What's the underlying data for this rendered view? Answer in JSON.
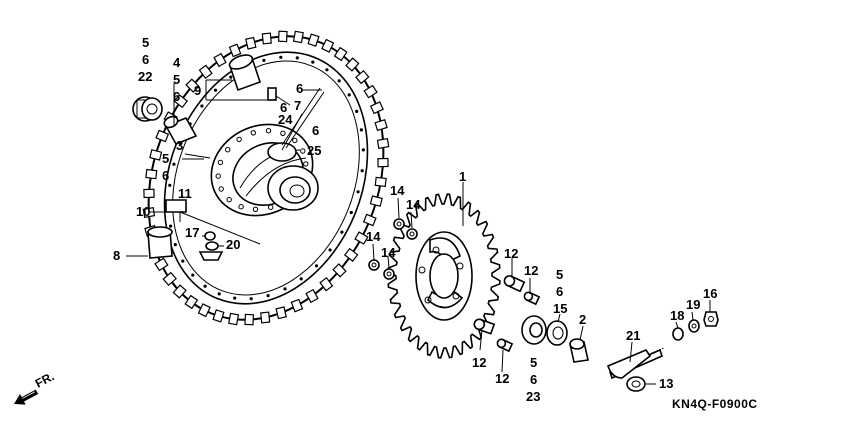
{
  "diagram": {
    "code": "KN4Q-F0900C",
    "direction_label": "FR.",
    "labels": {
      "p1": "1",
      "p2": "2",
      "p3": "3",
      "p4a": "4",
      "p5a": "5",
      "p6a": "6",
      "p5b": "5",
      "p6b": "6",
      "p22": "22",
      "p9": "9",
      "p6c": "6",
      "p6d": "6",
      "p7": "7",
      "p24": "24",
      "p6e": "6",
      "p25": "25",
      "p5c": "5",
      "p6f": "6",
      "p11": "11",
      "p10": "10",
      "p17": "17",
      "p20": "20",
      "p8": "8",
      "p14a": "14",
      "p14b": "14",
      "p14c": "14",
      "p14d": "14",
      "p12a": "12",
      "p12b": "12",
      "p12c": "12",
      "p12d": "12",
      "p5d": "5",
      "p6g": "6",
      "p15": "15",
      "p5e": "5",
      "p6h": "6",
      "p23": "23",
      "p21": "21",
      "p13": "13",
      "p18": "18",
      "p19": "19",
      "p16": "16"
    }
  }
}
